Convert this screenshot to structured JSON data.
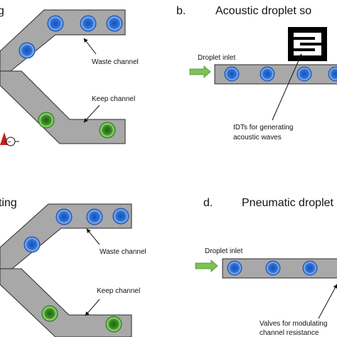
{
  "panel_a": {
    "title_fragment": "g",
    "waste_label": "Waste channel",
    "keep_label": "Keep channel",
    "wave_glyph": "~"
  },
  "panel_b": {
    "tag": "b.",
    "title": "Acoustic droplet so",
    "inlet_label": "Droplet inlet",
    "idt_label_line1": "IDTs for generating",
    "idt_label_line2": "acoustic waves"
  },
  "panel_c": {
    "title_fragment": "ting",
    "waste_label": "Waste channel",
    "keep_label": "Keep channel"
  },
  "panel_d": {
    "tag": "d.",
    "title": "Pneumatic droplet",
    "inlet_label": "Droplet inlet",
    "valve_label_line1": "Valves for modulating",
    "valve_label_line2": "channel resistance"
  },
  "colors": {
    "channel": "#a8a8a8",
    "channel_stroke": "#2a2a2a",
    "blue_droplet": "#2f6fd6",
    "green_droplet": "#3f9a2c",
    "arrow_green": "#7cc255",
    "electrode_red": "#cc1f1f"
  }
}
